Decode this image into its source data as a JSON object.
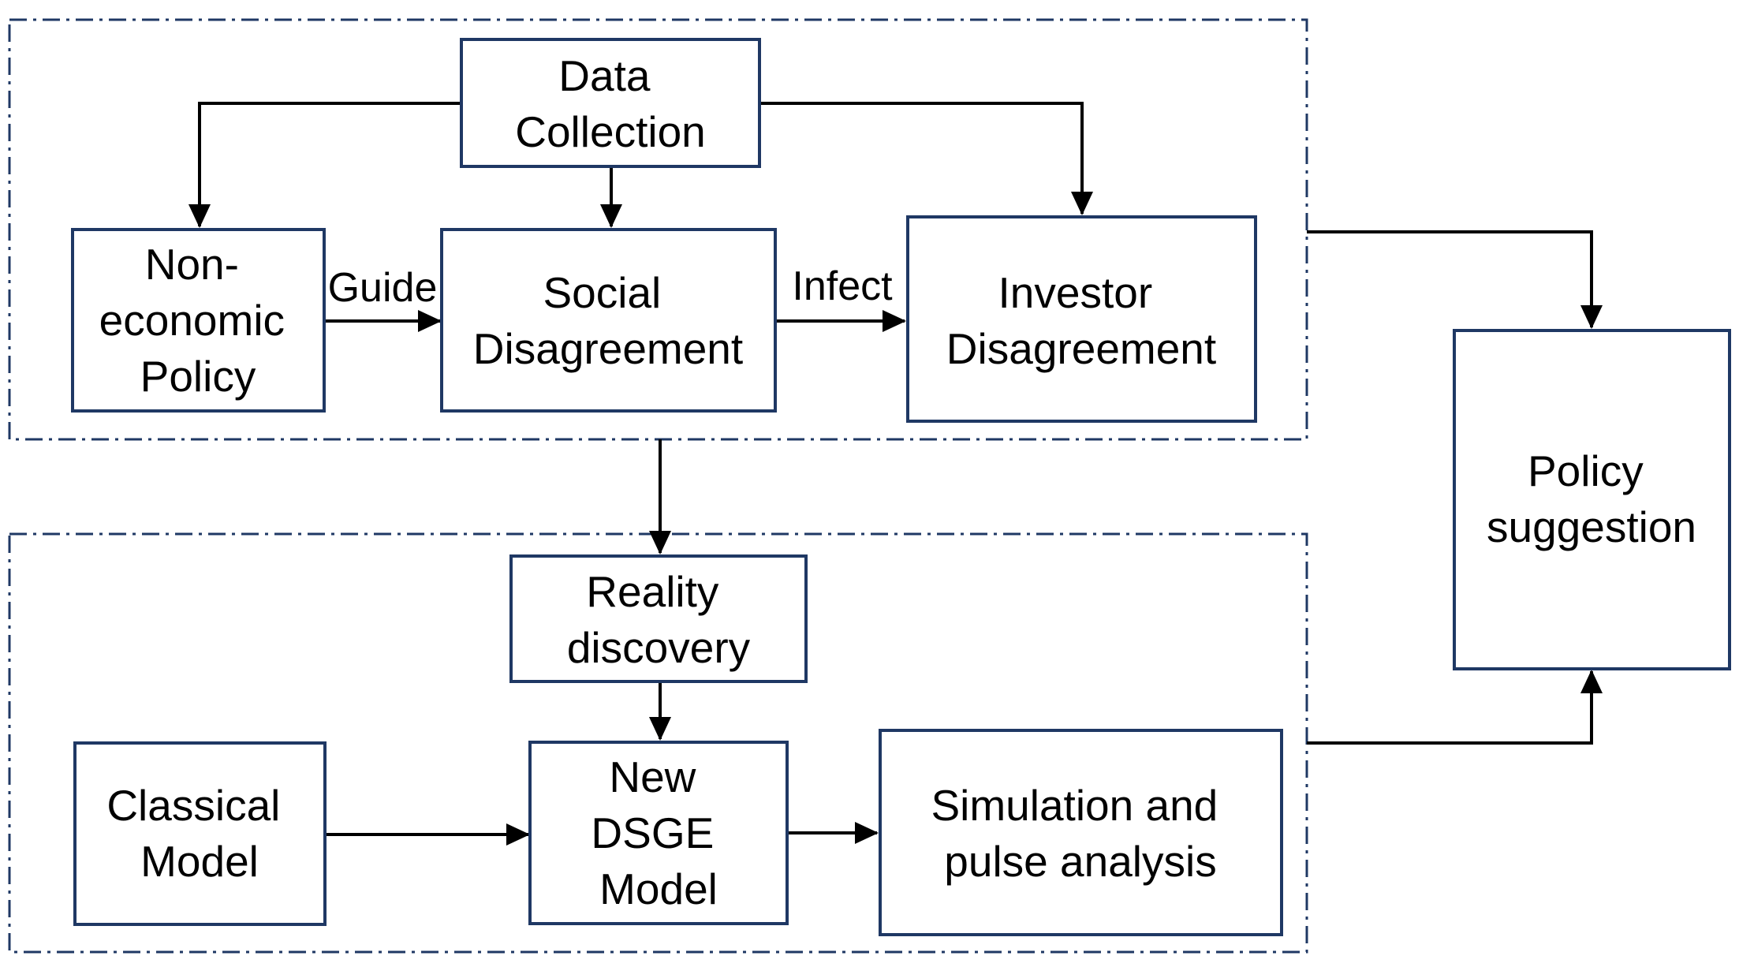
{
  "colors": {
    "box_border": "#1f3864",
    "group_border": "#1f3864",
    "arrow": "#000000",
    "text": "#000000"
  },
  "nodes": {
    "data_collection": [
      "Data",
      "Collection"
    ],
    "non_economic_policy": [
      "Non-",
      "economic",
      "Policy"
    ],
    "social_disagreement": [
      "Social",
      "Disagreement"
    ],
    "investor_disagreement": [
      "Investor",
      "Disagreement"
    ],
    "policy_suggestion": [
      "Policy",
      "suggestion"
    ],
    "reality_discovery": [
      "Reality",
      "discovery"
    ],
    "classical_model": [
      "Classical",
      "Model"
    ],
    "new_dsge_model": [
      "New",
      "DSGE",
      "Model"
    ],
    "simulation_pulse": [
      "Simulation and",
      "pulse analysis"
    ]
  },
  "edge_labels": {
    "guide": "Guide",
    "infect": "Infect"
  }
}
